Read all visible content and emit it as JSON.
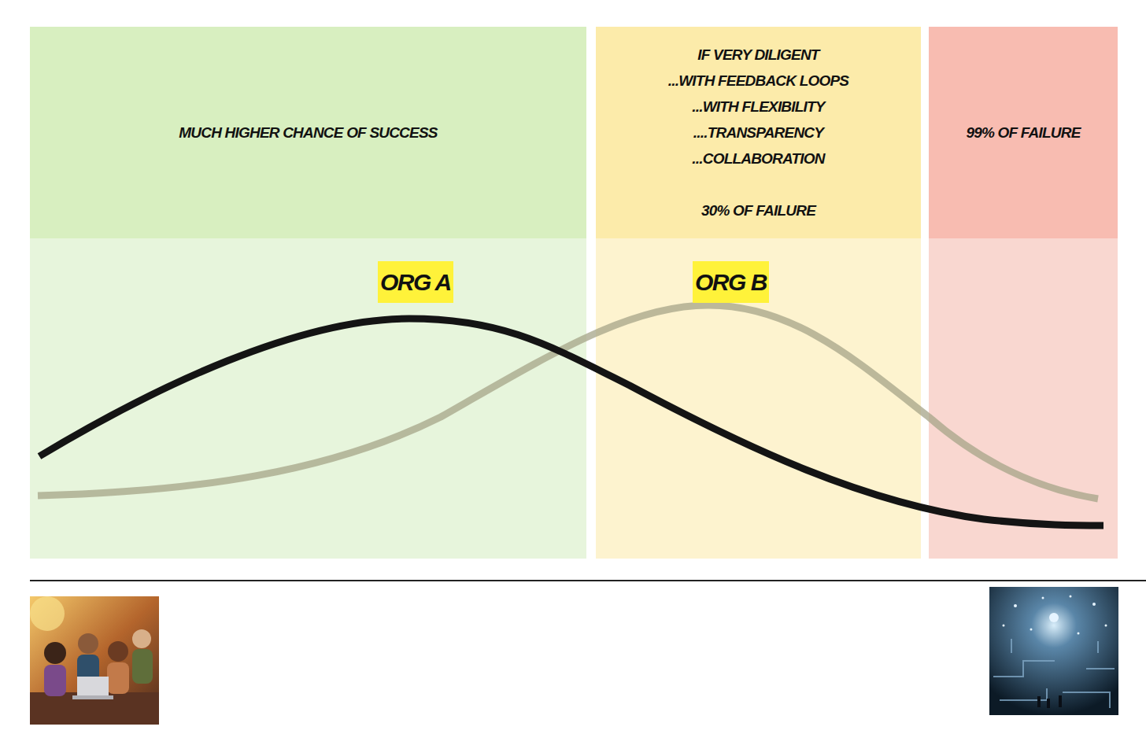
{
  "diagram": {
    "nodes": [
      {
        "text": [
          "MUCH HIGHER CHANCE OF SUCCESS"
        ]
      },
      {
        "text": [
          "IF VERY DILIGENT",
          "...WITH FEEDBACK LOOPS",
          "...WITH FLEXIBILITY",
          "....TRANSPARENCY",
          "...COLLABORATION",
          "30% OF FAILURE"
        ]
      },
      {
        "text": [
          "99% OF FAILURE"
        ]
      }
    ],
    "labels": [
      "ORG A",
      "ORG B"
    ]
  }
}
